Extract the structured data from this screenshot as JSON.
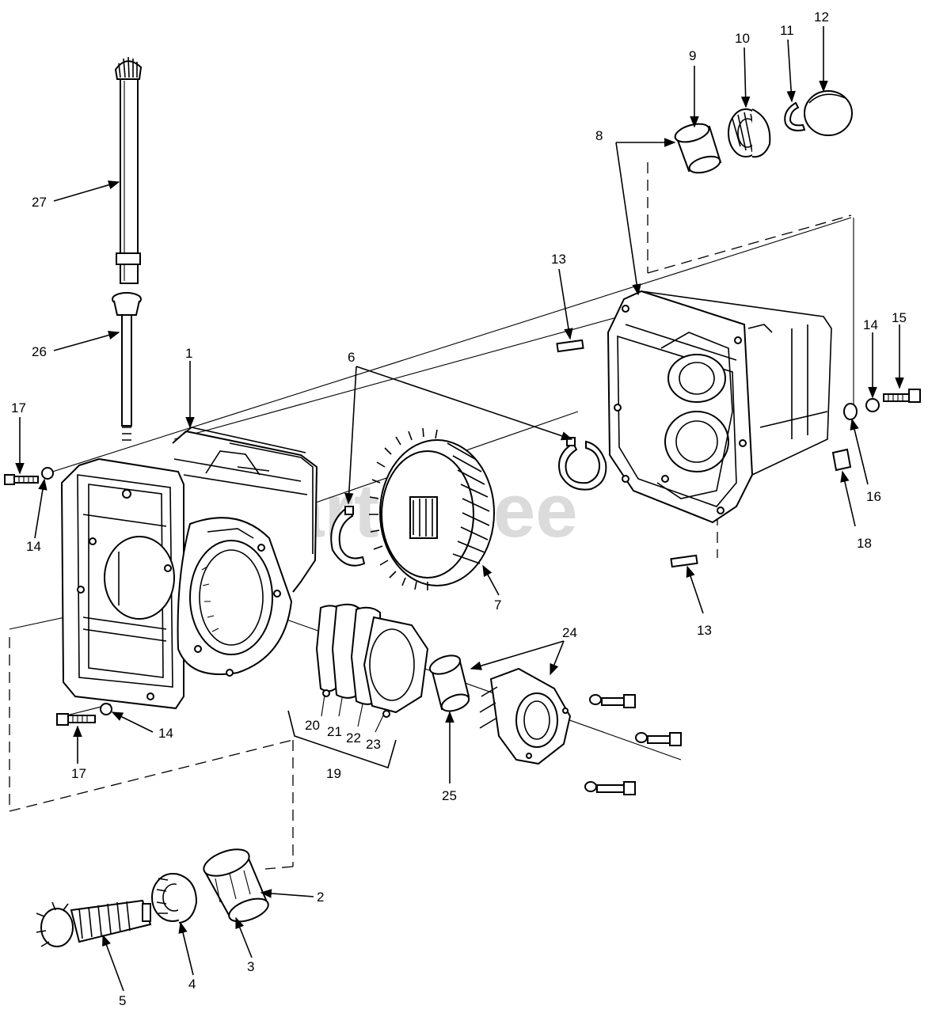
{
  "watermark": "PartsTree",
  "callouts": {
    "c1": "1",
    "c2": "2",
    "c3": "3",
    "c4": "4",
    "c5": "5",
    "c6": "6",
    "c7": "7",
    "c8": "8",
    "c9": "9",
    "c10": "10",
    "c11": "11",
    "c12": "12",
    "c13a": "13",
    "c13b": "13",
    "c14a": "14",
    "c14b": "14",
    "c14c": "14",
    "c15": "15",
    "c16": "16",
    "c17a": "17",
    "c17b": "17",
    "c18": "18",
    "c19": "19",
    "c20": "20",
    "c21": "21",
    "c22": "22",
    "c23": "23",
    "c24": "24",
    "c25": "25",
    "c26": "26",
    "c27": "27"
  }
}
